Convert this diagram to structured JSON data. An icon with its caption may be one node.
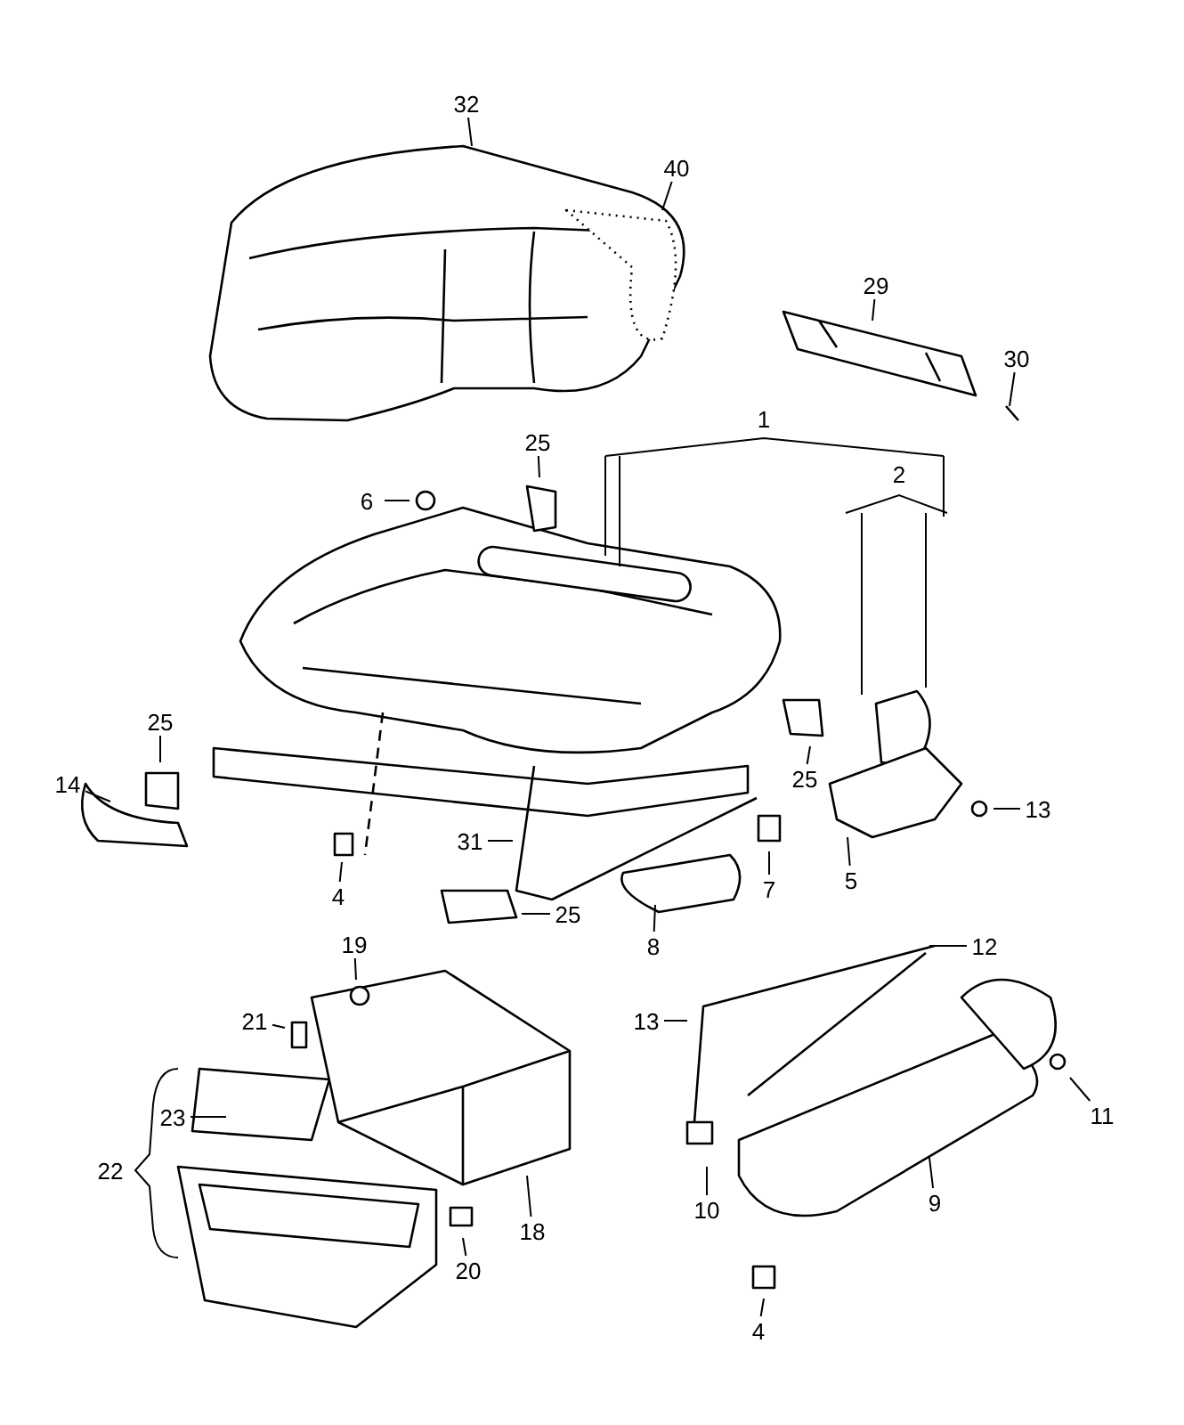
{
  "diagram": {
    "nodes": [
      {
        "text": [
          "32"
        ]
      },
      {
        "text": [
          "40"
        ]
      },
      {
        "text": [
          "29"
        ]
      },
      {
        "text": [
          "30"
        ]
      },
      {
        "text": [
          "1"
        ]
      },
      {
        "text": [
          "25"
        ]
      },
      {
        "text": [
          "2"
        ]
      },
      {
        "text": [
          "6"
        ]
      },
      {
        "text": [
          "25"
        ]
      },
      {
        "text": [
          "25"
        ]
      },
      {
        "text": [
          "14"
        ]
      },
      {
        "text": [
          "13"
        ]
      },
      {
        "text": [
          "31"
        ]
      },
      {
        "text": [
          "5"
        ]
      },
      {
        "text": [
          "7"
        ]
      },
      {
        "text": [
          "4"
        ]
      },
      {
        "text": [
          "25"
        ]
      },
      {
        "text": [
          "8"
        ]
      },
      {
        "text": [
          "12"
        ]
      },
      {
        "text": [
          "19"
        ]
      },
      {
        "text": [
          "21"
        ]
      },
      {
        "text": [
          "13"
        ]
      },
      {
        "text": [
          "11"
        ]
      },
      {
        "text": [
          "23"
        ]
      },
      {
        "text": [
          "22"
        ]
      },
      {
        "text": [
          "9"
        ]
      },
      {
        "text": [
          "10"
        ]
      },
      {
        "text": [
          "18"
        ]
      },
      {
        "text": [
          "20"
        ]
      },
      {
        "text": [
          "4"
        ]
      }
    ],
    "edges": [
      {
        "from": 0,
        "to": null,
        "arrow": "none"
      },
      {
        "from": 1,
        "to": null,
        "arrow": "none"
      },
      {
        "from": 2,
        "to": null,
        "arrow": "none"
      },
      {
        "from": 3,
        "to": null,
        "arrow": "none"
      },
      {
        "from": 5,
        "to": null,
        "arrow": "none"
      },
      {
        "from": 7,
        "to": null,
        "arrow": "none"
      },
      {
        "from": 8,
        "to": null,
        "arrow": "none"
      },
      {
        "from": 9,
        "to": null,
        "arrow": "none"
      },
      {
        "from": 10,
        "to": null,
        "arrow": "none"
      },
      {
        "from": 11,
        "to": null,
        "arrow": "none"
      },
      {
        "from": 12,
        "to": null,
        "arrow": "none"
      },
      {
        "from": 13,
        "to": null,
        "arrow": "none"
      },
      {
        "from": 14,
        "to": null,
        "arrow": "none"
      },
      {
        "from": 15,
        "to": null,
        "arrow": "none"
      },
      {
        "from": 16,
        "to": null,
        "arrow": "none"
      },
      {
        "from": 17,
        "to": null,
        "arrow": "none"
      },
      {
        "from": 18,
        "to": null,
        "arrow": "none"
      },
      {
        "from": 19,
        "to": null,
        "arrow": "none"
      },
      {
        "from": 20,
        "to": null,
        "arrow": "none"
      },
      {
        "from": 21,
        "to": null,
        "arrow": "none"
      },
      {
        "from": 22,
        "to": null,
        "arrow": "none"
      },
      {
        "from": 23,
        "to": null,
        "arrow": "none"
      },
      {
        "from": 25,
        "to": null,
        "arrow": "none"
      },
      {
        "from": 26,
        "to": null,
        "arrow": "none"
      },
      {
        "from": 27,
        "to": null,
        "arrow": "none"
      },
      {
        "from": 28,
        "to": null,
        "arrow": "none"
      },
      {
        "from": 29,
        "to": null,
        "arrow": "none"
      }
    ]
  }
}
